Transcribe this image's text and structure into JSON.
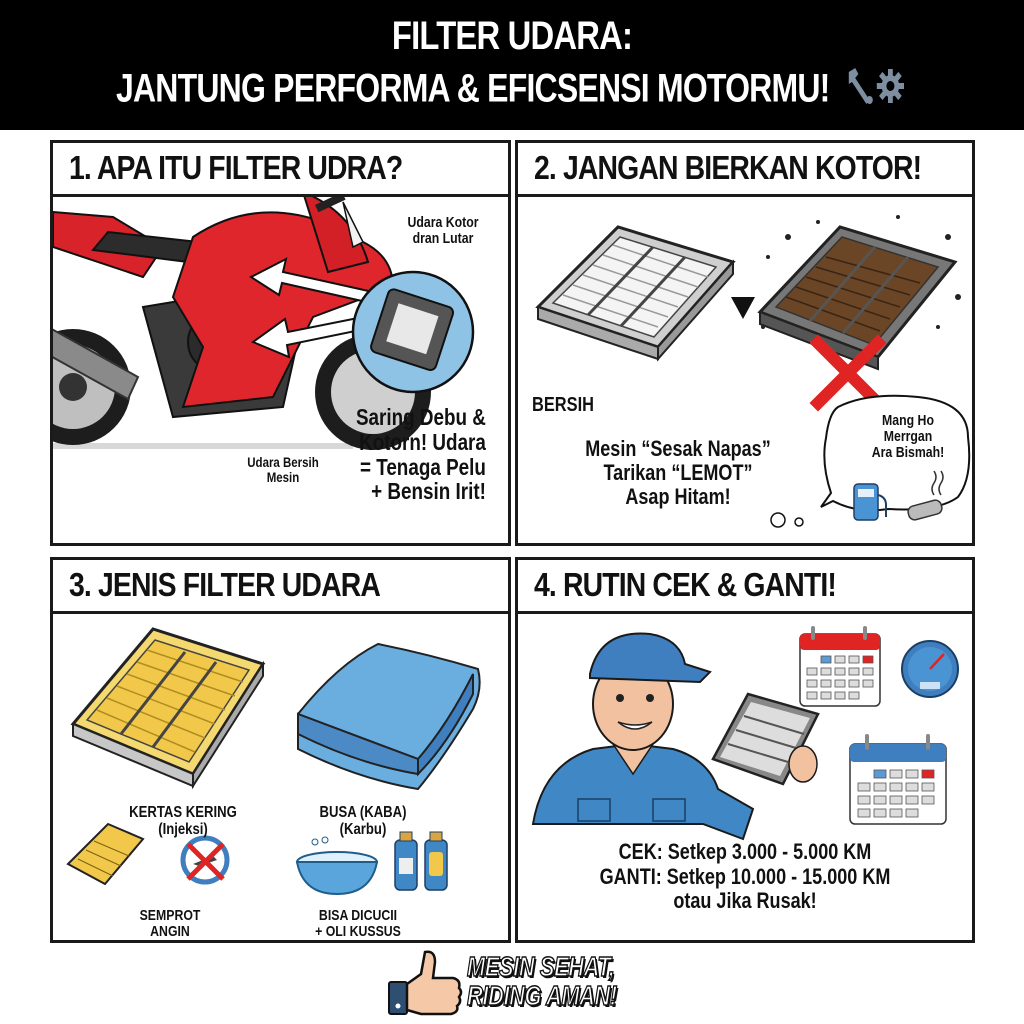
{
  "banner": {
    "title_line1": "FILTER UDARA:",
    "title_line2": "JANTUNG PERFORMA & EFICSENSI MOTORMU!",
    "icons": [
      "wrench-icon",
      "gear-icon"
    ]
  },
  "panels": [
    {
      "heading": "1. APA ITU FILTER UDRA?",
      "labels": {
        "dirty_air": "Udara Kotor dran Lutar",
        "dirty_air_line1": "Udara Kotor",
        "dirty_air_line2": "dran Lutar",
        "clean_air_line1": "Udara Bersih",
        "clean_air_line2": "Mesin",
        "main_line1": "Saring Debu &",
        "main_line2": "Kotorn! Udara",
        "main_line3": "= Tenaga Pelu",
        "main_line4": "+ Bensin Irit!"
      },
      "illustration": "red-sport-motorcycle-with-air-filter-closeup"
    },
    {
      "heading": "2. JANGAN BIERKAN KOTOR!",
      "labels": {
        "clean": "BERSIH",
        "effects_line1": "Mesin “Sesak Napas”",
        "effects_line2": "Tarikan “LEMOT”",
        "effects_line3": "Asap Hitam!",
        "bubble_line1": "Mang Ho",
        "bubble_line2": "Merrgan",
        "bubble_line3": "Ara Bismah!"
      },
      "illustration": "clean-filter-vs-dirty-filter"
    },
    {
      "heading": "3. JENIS FILTER UDARA",
      "types": [
        {
          "name": "KERTAS KERING",
          "sub": "(Injeksi)",
          "note_line1": "SEMPROT",
          "note_line2": "ANGIN",
          "color": "#f2c84b"
        },
        {
          "name": "BUSA (KABA)",
          "sub": "(Karbu)",
          "note_line1": "BISA DICUCII",
          "note_line2": "+ OLI KUSSUS",
          "color": "#5b9bd5"
        }
      ]
    },
    {
      "heading": "4. RUTIN CEK & GANTI!",
      "schedule": {
        "check": "CEK: Setkep 3.000 - 5.000 KM",
        "replace": "GANTI: Setkep 10.000 - 15.000 KM",
        "or": "otau Jika Rusak!"
      },
      "illustration": "mechanic-holding-filter-with-calendars-and-speedometer"
    }
  ],
  "footer": {
    "slogan_line1": "MESIN SEHAT,",
    "slogan_line2": "RIDING AMAN!",
    "icon": "thumbs-up-icon"
  },
  "colors": {
    "banner_bg": "#000000",
    "accent_red": "#e02424",
    "accent_blue": "#3f7fbf",
    "filter_yellow": "#f2c84b",
    "foam_blue": "#6aaee0"
  }
}
